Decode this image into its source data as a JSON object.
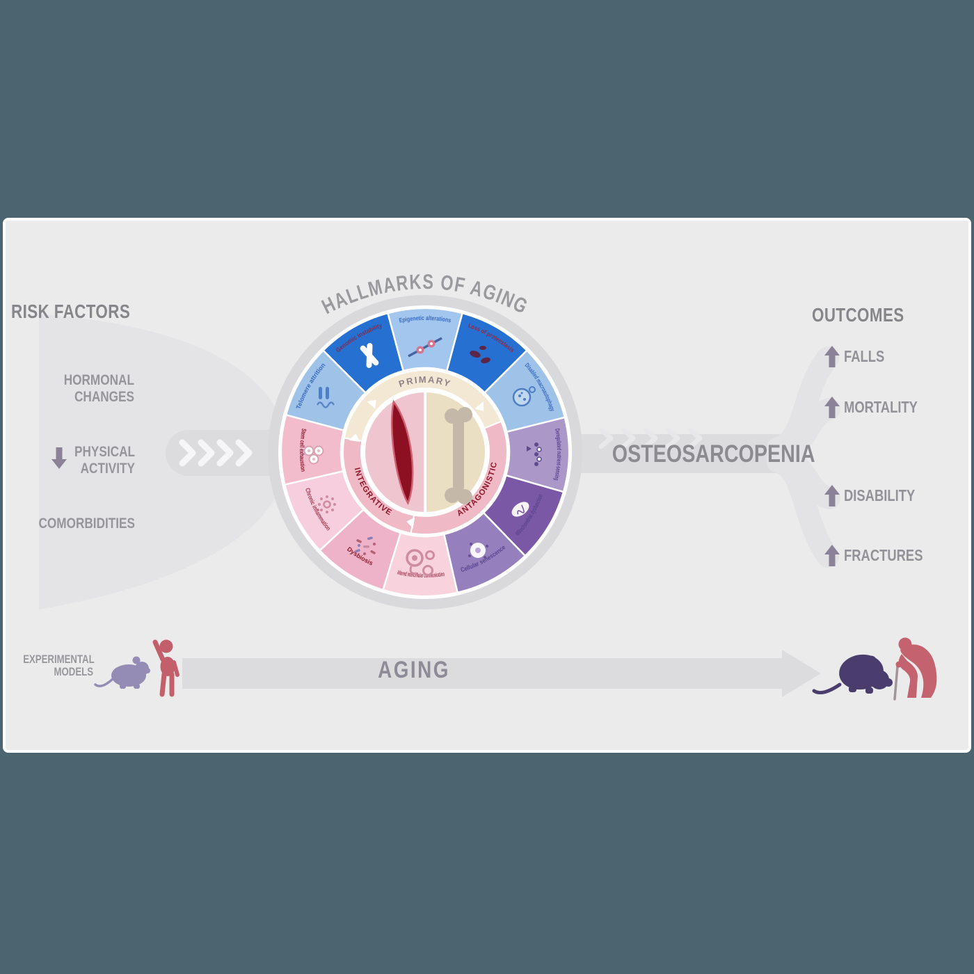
{
  "title": "HALLMARKS OF AGING",
  "risk_factors": {
    "heading": "RISK FACTORS",
    "items": [
      {
        "label": "HORMONAL CHANGES",
        "arrow": "none"
      },
      {
        "label": "PHYSICAL ACTIVITY",
        "arrow": "down"
      },
      {
        "label": "COMORBIDITIES",
        "arrow": "none"
      }
    ]
  },
  "outcomes": {
    "heading": "OUTCOMES",
    "items": [
      {
        "label": "FALLS",
        "arrow": "up"
      },
      {
        "label": "MORTALITY",
        "arrow": "up"
      },
      {
        "label": "DISABILITY",
        "arrow": "up"
      },
      {
        "label": "FRACTURES",
        "arrow": "up"
      }
    ]
  },
  "center_label": "OSTEOSARCOPENIA",
  "aging_label": "AGING",
  "experimental_models_label": "EXPERIMENTAL MODELS",
  "timeline": {
    "start_icons": [
      "young-mouse",
      "toddler"
    ],
    "end_icons": [
      "old-mouse",
      "old-person"
    ]
  },
  "wheel": {
    "ring_labels": {
      "primary": "PRIMARY",
      "antagonistic": "ANTAGONISTIC",
      "integrative": "INTEGRATIVE"
    },
    "center": {
      "left": "muscle",
      "right": "bone"
    },
    "ring": [
      {
        "id": "primary",
        "color": "#f3e8d3",
        "start": -80,
        "end": 68
      },
      {
        "id": "antagonistic",
        "color": "#f0b9c6",
        "start": 68,
        "end": 190
      },
      {
        "id": "integrative",
        "color": "#f0b9c6",
        "start": 190,
        "end": 280
      }
    ],
    "segments": [
      {
        "id": "telomere-attrition",
        "label": "Telomere attrition",
        "color": "#9fc2e9",
        "label_color": "#3a6abf",
        "start": -75,
        "end": -45
      },
      {
        "id": "genomic-instability",
        "label": "Genomic instability",
        "color": "#2570d0",
        "label_color": "#7c2d52",
        "start": -45,
        "end": -15
      },
      {
        "id": "epigenetic-alterations",
        "label": "Epigenetic alterations",
        "color": "#a3c6ee",
        "label_color": "#3a6abf",
        "start": -15,
        "end": 15
      },
      {
        "id": "loss-of-proteostasis",
        "label": "Loss of proteostasis",
        "color": "#2570d0",
        "label_color": "#8e2b4a",
        "start": 15,
        "end": 45
      },
      {
        "id": "disabled-macroautophagy",
        "label": "Disabled macroautophagy",
        "color": "#9fc2e9",
        "label_color": "#3a6abf",
        "start": 45,
        "end": 76
      },
      {
        "id": "deregulated-nutrient-sensing",
        "label": "Deregulated nutrient-sensing",
        "color": "#ab97c8",
        "label_color": "#5a4390",
        "start": 76,
        "end": 106
      },
      {
        "id": "mitochondrial-dysfunction",
        "label": "Mitochondrial dysfunction",
        "color": "#7a58a5",
        "label_color": "#5a4390",
        "start": 106,
        "end": 136
      },
      {
        "id": "cellular-senescence",
        "label": "Cellular senescence",
        "color": "#9580bd",
        "label_color": "#5a4390",
        "start": 136,
        "end": 167
      },
      {
        "id": "altered-intercellular-communication",
        "label": "Altered intercellular communication",
        "color": "#f8d3de",
        "label_color": "#a13a52",
        "start": 167,
        "end": 197
      },
      {
        "id": "dysbiosis",
        "label": "Dysbiosis",
        "color": "#eeb3c8",
        "label_color": "#8e1b2d",
        "start": 197,
        "end": 227
      },
      {
        "id": "chronic-inflammation",
        "label": "Chronic inflammation",
        "color": "#f7cedd",
        "label_color": "#a13a52",
        "start": 227,
        "end": 257
      },
      {
        "id": "stem-cell-exhaustion",
        "label": "Stem cell exhaustion",
        "color": "#f3bccd",
        "label_color": "#8e1b2d",
        "start": 257,
        "end": 285
      }
    ]
  },
  "colors": {
    "page_background": "#4b6570",
    "panel_background": "#ebebec",
    "connector_gray": "#dcdcde",
    "ring_gray": "#d9d9db",
    "arrow_purple": "#8b8298",
    "muscle_red": "#8c1021",
    "bone_tan": "#c4b8a9",
    "title_gray": "#9a9a9e"
  }
}
